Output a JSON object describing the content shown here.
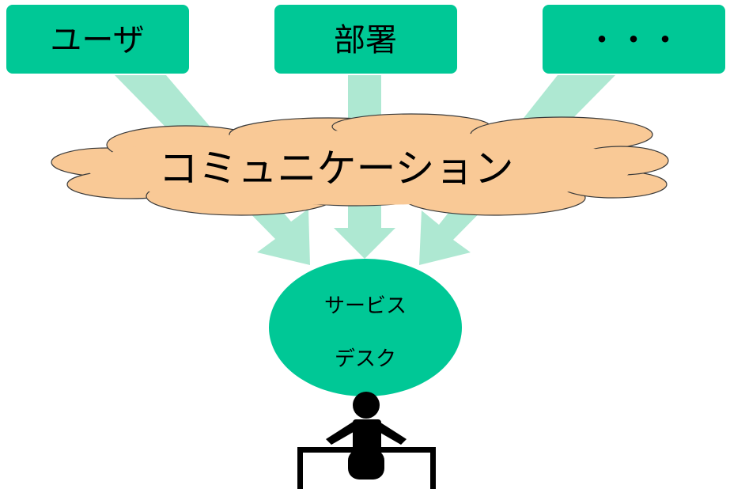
{
  "sources": [
    {
      "label": "ユーザ"
    },
    {
      "label": "部署"
    },
    {
      "label": "・・・"
    }
  ],
  "cloud": {
    "label": "コミュニケーション"
  },
  "center": {
    "line1": "サービス",
    "line2": "デスク"
  },
  "colors": {
    "box_fill": "#00c896",
    "arrow_fill": "#aee8d2",
    "cloud_fill": "#f9c996",
    "ellipse_fill": "#00c896",
    "person_fill": "#000000"
  },
  "icons": {
    "operator": "person-at-desk-icon"
  }
}
